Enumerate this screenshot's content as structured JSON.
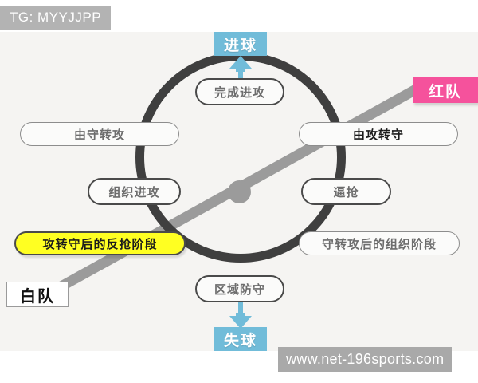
{
  "overlay": {
    "tg_tag": "TG: MYYJJPP",
    "watermark": "www.net-196sports.com"
  },
  "diagram": {
    "title": "",
    "outcomes": {
      "top": {
        "label": "进球",
        "icon": "arrow-up-icon",
        "color": "#71bcd9"
      },
      "bottom": {
        "label": "失球",
        "icon": "arrow-down-icon",
        "color": "#71bcd9"
      }
    },
    "teams": {
      "red": {
        "label": "红队",
        "color": "#f5529c"
      },
      "white": {
        "label": "白队",
        "color": "#ffffff"
      }
    },
    "nodes": [
      {
        "id": "finish",
        "label": "完成进攻"
      },
      {
        "id": "def2att",
        "label": "由守转攻"
      },
      {
        "id": "att2def",
        "label": "由攻转守"
      },
      {
        "id": "organize",
        "label": "组织进攻"
      },
      {
        "id": "press",
        "label": "逼抢"
      },
      {
        "id": "counter",
        "label": "攻转守后的反抢阶段"
      },
      {
        "id": "buildup",
        "label": "守转攻后的组织阶段"
      },
      {
        "id": "zonal",
        "label": "区域防守"
      }
    ],
    "ring_color": "#3f3f3f",
    "diagonal_color": "#9b9b9b",
    "highlight_color": "#ffff22"
  }
}
